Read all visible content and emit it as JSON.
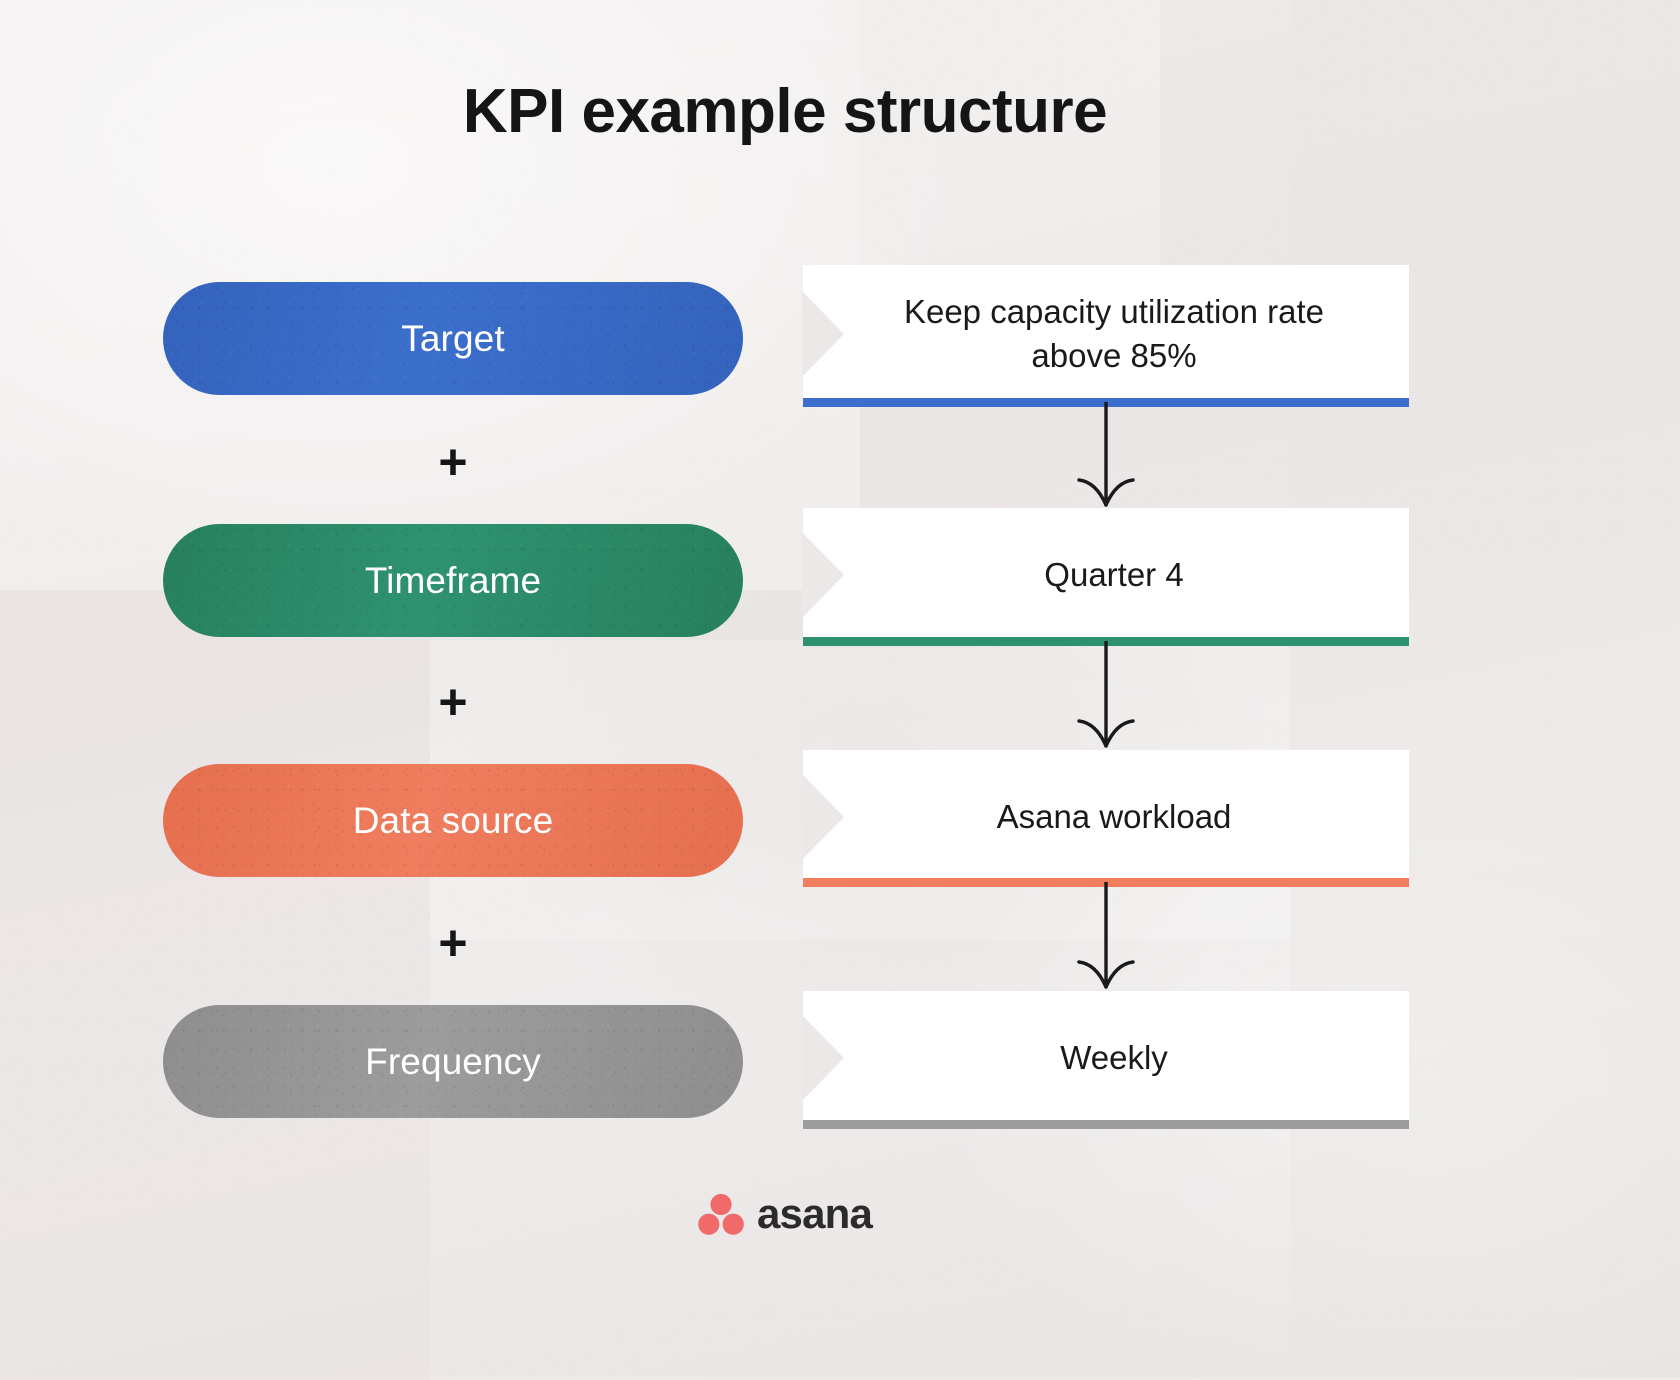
{
  "page": {
    "title": "KPI example structure",
    "background_color": "#ece8e8"
  },
  "operator": {
    "plus_symbol": "+"
  },
  "rows": [
    {
      "label": "Target",
      "value": "Keep capacity utilization rate above 85%",
      "color": "#3C6FCC",
      "color_dark": "#3463BC"
    },
    {
      "label": "Timeframe",
      "value": "Quarter 4",
      "color": "#2E9270",
      "color_dark": "#27805F"
    },
    {
      "label": "Data source",
      "value": "Asana workload",
      "color": "#EF7D5E",
      "color_dark": "#E56F4F"
    },
    {
      "label": "Frequency",
      "value": "Weekly",
      "color": "#9C9C9C",
      "color_dark": "#8E8E8E"
    }
  ],
  "branding": {
    "name": "asana",
    "logo_color": "#F06A6A"
  }
}
